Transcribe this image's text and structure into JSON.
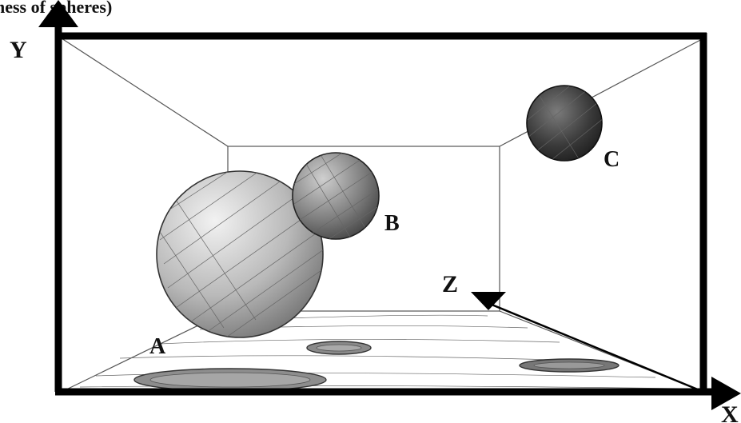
{
  "title_fragment": "ness of spheres)",
  "axes": {
    "y": "Y",
    "x": "X",
    "z": "Z"
  },
  "spheres": [
    {
      "label": "A"
    },
    {
      "label": "B"
    },
    {
      "label": "C"
    }
  ]
}
